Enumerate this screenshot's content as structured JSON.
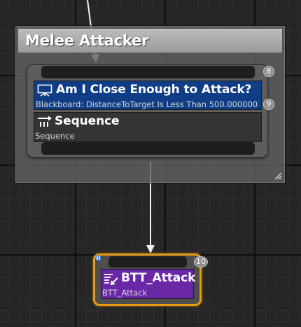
{
  "comment": {
    "title": "Melee Attacker"
  },
  "composite": {
    "index": "8",
    "decorator": {
      "title": "Am I Close Enough to Attack?",
      "subtitle": "Blackboard: DistanceToTarget Is Less Than 500.000000",
      "index": "9",
      "icon": "decorator-icon"
    },
    "sequence": {
      "title": "Sequence",
      "subtitle": "Sequence",
      "icon": "sequence-icon"
    }
  },
  "task": {
    "title": "BTT_Attack",
    "subtitle": "BTT_Attack",
    "index": "10",
    "icon": "task-icon"
  },
  "colors": {
    "decorator": "#0f3d86",
    "sequence": "#343434",
    "task": "#6a27a8",
    "selected_outline": "#e69b12",
    "comment_header": "#bdbdbd"
  }
}
